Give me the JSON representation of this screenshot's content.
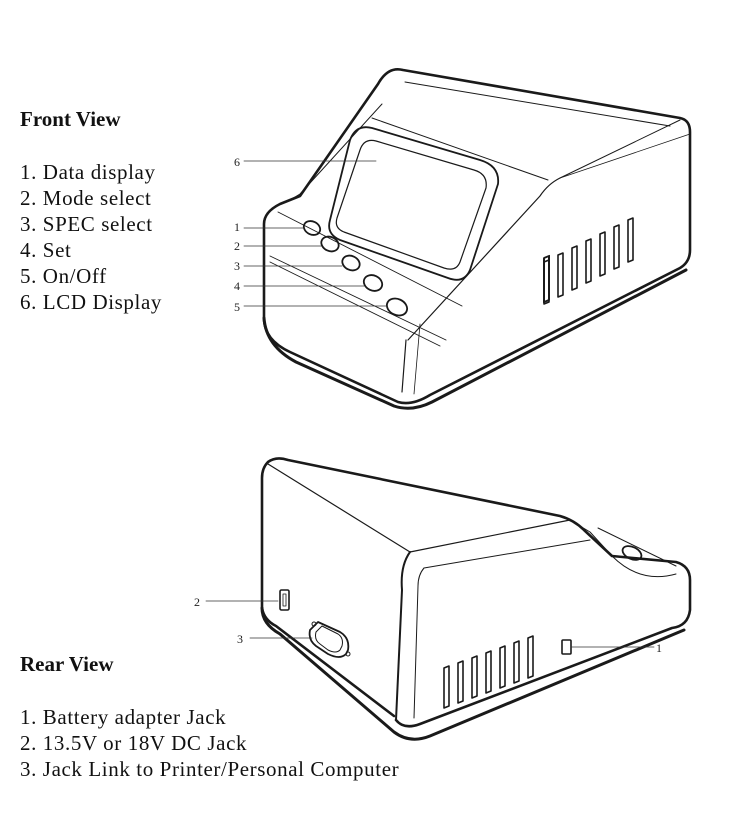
{
  "front": {
    "title": "Front View",
    "items": [
      "1. Data display",
      "2. Mode select",
      "3. SPEC select",
      "4. Set",
      "5. On/Off",
      "6. LCD Display"
    ],
    "callouts": [
      "1",
      "2",
      "3",
      "4",
      "5",
      "6"
    ]
  },
  "rear": {
    "title": "Rear View",
    "items": [
      "1. Battery adapter Jack",
      "2. 13.5V or 18V DC Jack",
      "3. Jack Link to Printer/Personal Computer"
    ],
    "callouts": [
      "1",
      "2",
      "3"
    ]
  }
}
